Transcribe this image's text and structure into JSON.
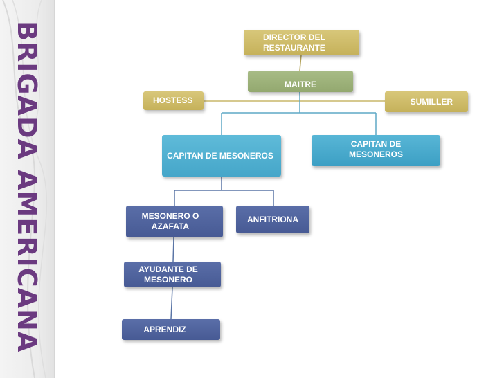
{
  "slide": {
    "side_title": "BRIGADA AMERICANA"
  },
  "nodes": {
    "director": "DIRECTOR DEL RESTAURANTE",
    "maitre": "MAITRE",
    "hostess": "HOSTESS",
    "sumiller": "SUMILLER",
    "capitan_left": "CAPITAN DE MESONEROS",
    "capitan_right": "CAPITAN DE MESONEROS",
    "mesonero": "MESONERO O AZAFATA",
    "anfitriona": "ANFITRIONA",
    "ayudante": "AYUDANTE DE MESONERO",
    "aprendiz": "APRENDIZ"
  },
  "colors": {
    "gold": "#c5b15a",
    "green": "#93a86f",
    "blue": "#3c9fc4",
    "navy": "#475a94",
    "title_purple": "#6b3a80"
  }
}
